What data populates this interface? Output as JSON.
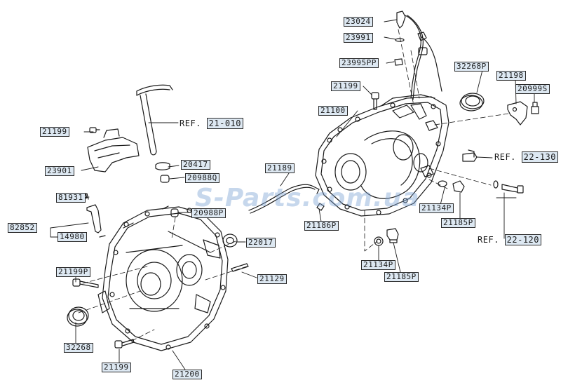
{
  "watermark": "S-Parts.com.ua",
  "ref_prefix": "REF.",
  "refs": {
    "ref_21_010": "21-010",
    "ref_22_130": "22-130",
    "ref_22_120": "22-120"
  },
  "parts": {
    "p23024": "23024",
    "p23991": "23991",
    "p23995": "23995PP",
    "p32268_top": "32268P",
    "p21198": "21198",
    "p20999": "20999S",
    "p21199_top": "21199",
    "p21100": "21100",
    "p21199_left": "21199",
    "p23901": "23901",
    "p20417": "20417",
    "p20988_a": "20988Q",
    "p81931": "81931",
    "p82852": "82852",
    "p14980": "14980",
    "p20988_b": "20988P",
    "p22017": "22017",
    "p21189": "21189",
    "p21186": "21186P",
    "p21134_a": "21134P",
    "p21185_a": "21185P",
    "p21134_b": "21134P",
    "p21185_b": "21185P",
    "p21129": "21129",
    "p21199_p": "21199P",
    "p32268_bot": "32268",
    "p21199_bot": "21199",
    "p21200": "21200"
  }
}
